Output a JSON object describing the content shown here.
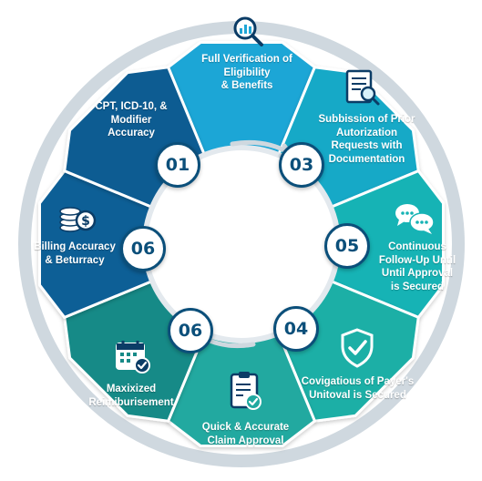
{
  "segments": [
    {
      "key": "top",
      "lines": [
        "Full Verification of",
        "Eligibility",
        "& Benefits"
      ],
      "color": "#1fa6d6",
      "icon": "magnifier-chart-icon"
    },
    {
      "key": "upper-right",
      "lines": [
        "Subbission of Prior",
        "Autorization",
        "Requests with",
        "Documentation"
      ],
      "color": "#17a9c7",
      "icon": "document-magnifier-icon"
    },
    {
      "key": "right",
      "lines": [
        "Continuous",
        "Follow-Up Until",
        "Until Approval",
        "is Secured"
      ],
      "color": "#17b3b5",
      "icon": "chat-bubbles-icon"
    },
    {
      "key": "lower-right",
      "lines": [
        "Covigatious of Payer's",
        "Unitoval is Secured"
      ],
      "color": "#1bafa6",
      "icon": "shield-check-icon"
    },
    {
      "key": "bottom",
      "lines": [
        "Quick & Accurate",
        "Claim Approval"
      ],
      "color": "#20a9a0",
      "icon": "clipboard-check-icon"
    },
    {
      "key": "lower-left",
      "lines": [
        "Maxixized",
        "Reimiburisement"
      ],
      "color": "#178a87",
      "icon": "calendar-check-icon"
    },
    {
      "key": "left",
      "lines": [
        "Billing Accuracy",
        "& Beturracy"
      ],
      "color": "#0e5e96",
      "icon": "coins-dollar-icon"
    },
    {
      "key": "upper-left",
      "lines": [
        "CPT, ICD-10, &",
        "Modifier",
        "Accuracy"
      ],
      "color": "#0d5c92",
      "icon": "none"
    }
  ],
  "badges": [
    {
      "key": "b01",
      "label": "01"
    },
    {
      "key": "b03",
      "label": "03"
    },
    {
      "key": "b05",
      "label": "05"
    },
    {
      "key": "b04",
      "label": "04"
    },
    {
      "key": "b06a",
      "label": "06"
    },
    {
      "key": "b06b",
      "label": "06"
    }
  ],
  "colors": {
    "ring": "#c9d3db",
    "badge_border": "#0b4f7a",
    "badge_text": "#0b4f7a"
  }
}
